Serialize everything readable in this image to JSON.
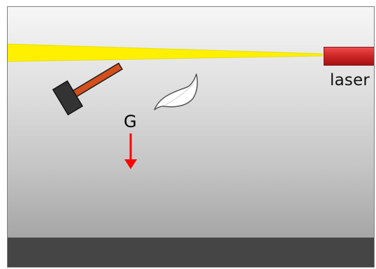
{
  "scene": {
    "laser_label": "laser",
    "gravity_label": "G",
    "colors": {
      "beam": "#fff000",
      "laser_body": "#d43131",
      "hammer_head": "#333333",
      "hammer_handle": "#d3501c",
      "gravity_arrow": "#ff0000",
      "floor": "#454545"
    },
    "icons": [
      "laser-beam",
      "laser-device",
      "hammer-icon",
      "feather-icon",
      "gravity-arrow-icon"
    ]
  }
}
